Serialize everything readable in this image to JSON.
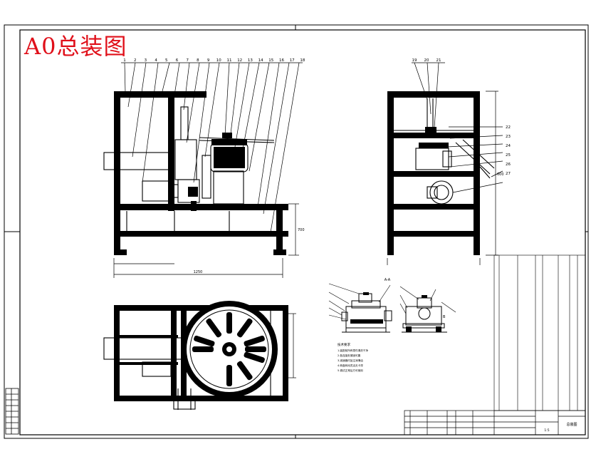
{
  "stamp": {
    "text": "A0总装图",
    "color": "#e0101a"
  },
  "drawing": {
    "ink": "#000000",
    "views": [
      "front-view",
      "side-view",
      "top-view",
      "gearbox-detail-front",
      "gearbox-detail-side"
    ],
    "front_balloons": [
      "1",
      "2",
      "3",
      "4",
      "5",
      "6",
      "7",
      "8",
      "9",
      "10",
      "11",
      "12",
      "13",
      "14",
      "15",
      "16",
      "17",
      "18"
    ],
    "side_balloons": [
      "19",
      "20",
      "21",
      "22",
      "23",
      "24",
      "25",
      "26",
      "27"
    ],
    "front_dims": [
      "1250",
      "700"
    ],
    "side_dims": [
      "600"
    ],
    "notes_heading": "技术要求",
    "notes": [
      "1.装配前所有零件清洗干净",
      "2.各连接处紧固可靠",
      "3.减速器内加注润滑油",
      "4.转盘转动灵活无卡滞",
      "5.调试正常后方可使用"
    ],
    "detail_label_a": "A-A",
    "detail_label_b": "B"
  },
  "title_block": {
    "name": "总装图",
    "scale": "1:5"
  }
}
